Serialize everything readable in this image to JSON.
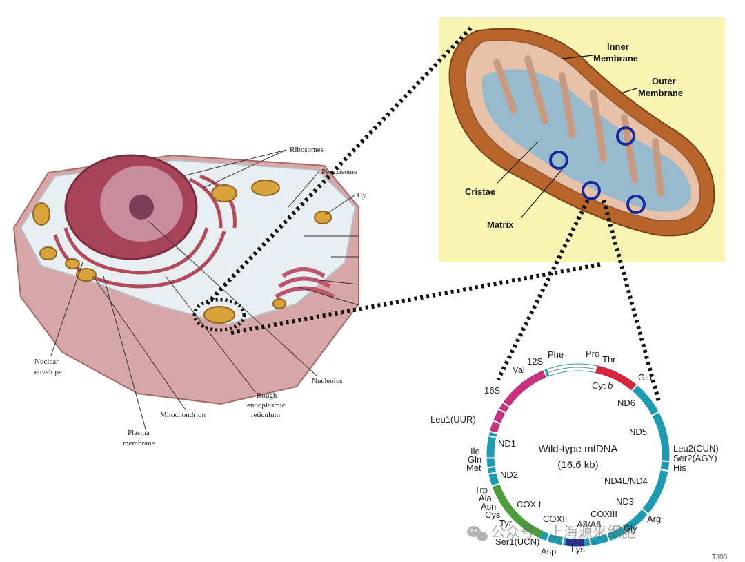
{
  "cell": {
    "labels": {
      "ribosomes": "Ribosomes",
      "peroxisome": "Peroxisome",
      "cytoplasm_partial": "Cy",
      "nuclear_envelope": [
        "Nuclear",
        "envelope"
      ],
      "plasma_membrane": [
        "Plasma",
        "membrane"
      ],
      "mitochondrion": "Mitochondrion",
      "rough_er": [
        "Rough",
        "endoplasmic",
        "reticulum"
      ],
      "nucleolus": "Nucleolus"
    }
  },
  "mitochondrion": {
    "background_color": "#f8f4b4",
    "labels": {
      "inner_membrane": [
        "Inner",
        "Membrane"
      ],
      "outer_membrane": [
        "Outer",
        "Membrane"
      ],
      "cristae": "Cristae",
      "matrix": "Matrix"
    }
  },
  "mtdna": {
    "title": "Wild-type mtDNA",
    "size": "(16.6 kb)",
    "outer_labels": {
      "phe": "Phe",
      "s12": "12S",
      "val": "Val",
      "s16": "16S",
      "pro": "Pro",
      "thr": "Thr",
      "glu": "Glu",
      "leu1": "Leu1(UUR)",
      "ile": "Ile",
      "gln": "Gln",
      "met": "Met",
      "trp": "Trp",
      "ala": "Ala",
      "asn": "Asn",
      "cys": "Cys",
      "tyr": "Tyr",
      "ser1": "Ser1(UCN)",
      "asp": "Asp",
      "lys": "Lys",
      "gly": "Gly",
      "arg": "Arg",
      "leu2": "Leu2(CUN)",
      "ser2": "Ser2(AGY)",
      "his": "His"
    },
    "inner_labels": {
      "cytb": "Cyt",
      "cytb_italic": "b",
      "nd6": "ND6",
      "nd5": "ND5",
      "nd4l": "ND4L/ND4",
      "nd3": "ND3",
      "cox3": "COXIII",
      "a8a6": "A8/A6",
      "cox2": "COXII",
      "cox1": "COX I",
      "nd2": "ND2",
      "nd1": "ND1"
    },
    "colors": {
      "teal": "#1e9bb0",
      "magenta": "#c8317e",
      "red": "#d6263e",
      "green": "#4c9c3c",
      "navy": "#2a2f8c"
    }
  },
  "watermark": "公众号：上海源来细胞",
  "corner_mark": "TJ00"
}
